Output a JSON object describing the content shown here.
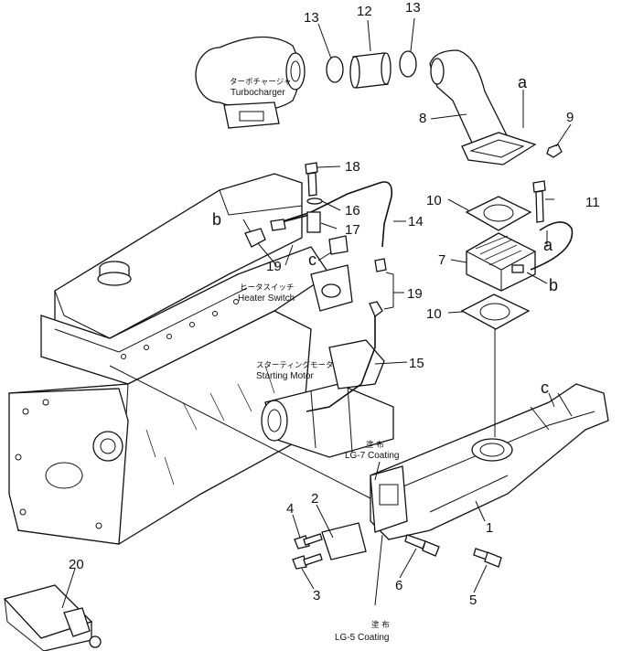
{
  "callouts": [
    {
      "id": "1",
      "text": "1"
    },
    {
      "id": "2",
      "text": "2"
    },
    {
      "id": "3",
      "text": "3"
    },
    {
      "id": "4",
      "text": "4"
    },
    {
      "id": "5",
      "text": "5"
    },
    {
      "id": "6",
      "text": "6"
    },
    {
      "id": "7",
      "text": "7"
    },
    {
      "id": "8",
      "text": "8"
    },
    {
      "id": "9",
      "text": "9"
    },
    {
      "id": "10a",
      "text": "10"
    },
    {
      "id": "10b",
      "text": "10"
    },
    {
      "id": "11",
      "text": "11"
    },
    {
      "id": "12",
      "text": "12"
    },
    {
      "id": "13a",
      "text": "13"
    },
    {
      "id": "13b",
      "text": "13"
    },
    {
      "id": "14",
      "text": "14"
    },
    {
      "id": "15",
      "text": "15"
    },
    {
      "id": "16",
      "text": "16"
    },
    {
      "id": "17",
      "text": "17"
    },
    {
      "id": "18",
      "text": "18"
    },
    {
      "id": "19a",
      "text": "19"
    },
    {
      "id": "19b",
      "text": "19"
    },
    {
      "id": "20",
      "text": "20"
    }
  ],
  "letters": {
    "a": "a",
    "b": "b",
    "c": "c"
  },
  "labels": {
    "turbocharger_jp": "ターボチャージャ",
    "turbocharger": "Turbocharger",
    "heater_switch_jp": "ヒータスイッチ",
    "heater_switch": "Heater Switch",
    "starting_motor_jp": "スターティングモータ",
    "starting_motor": "Starting Motor",
    "coating_jp": "塗 布",
    "lg7_coating": "LG-7 Coating",
    "lg5_coating": "LG-5 Coating"
  }
}
